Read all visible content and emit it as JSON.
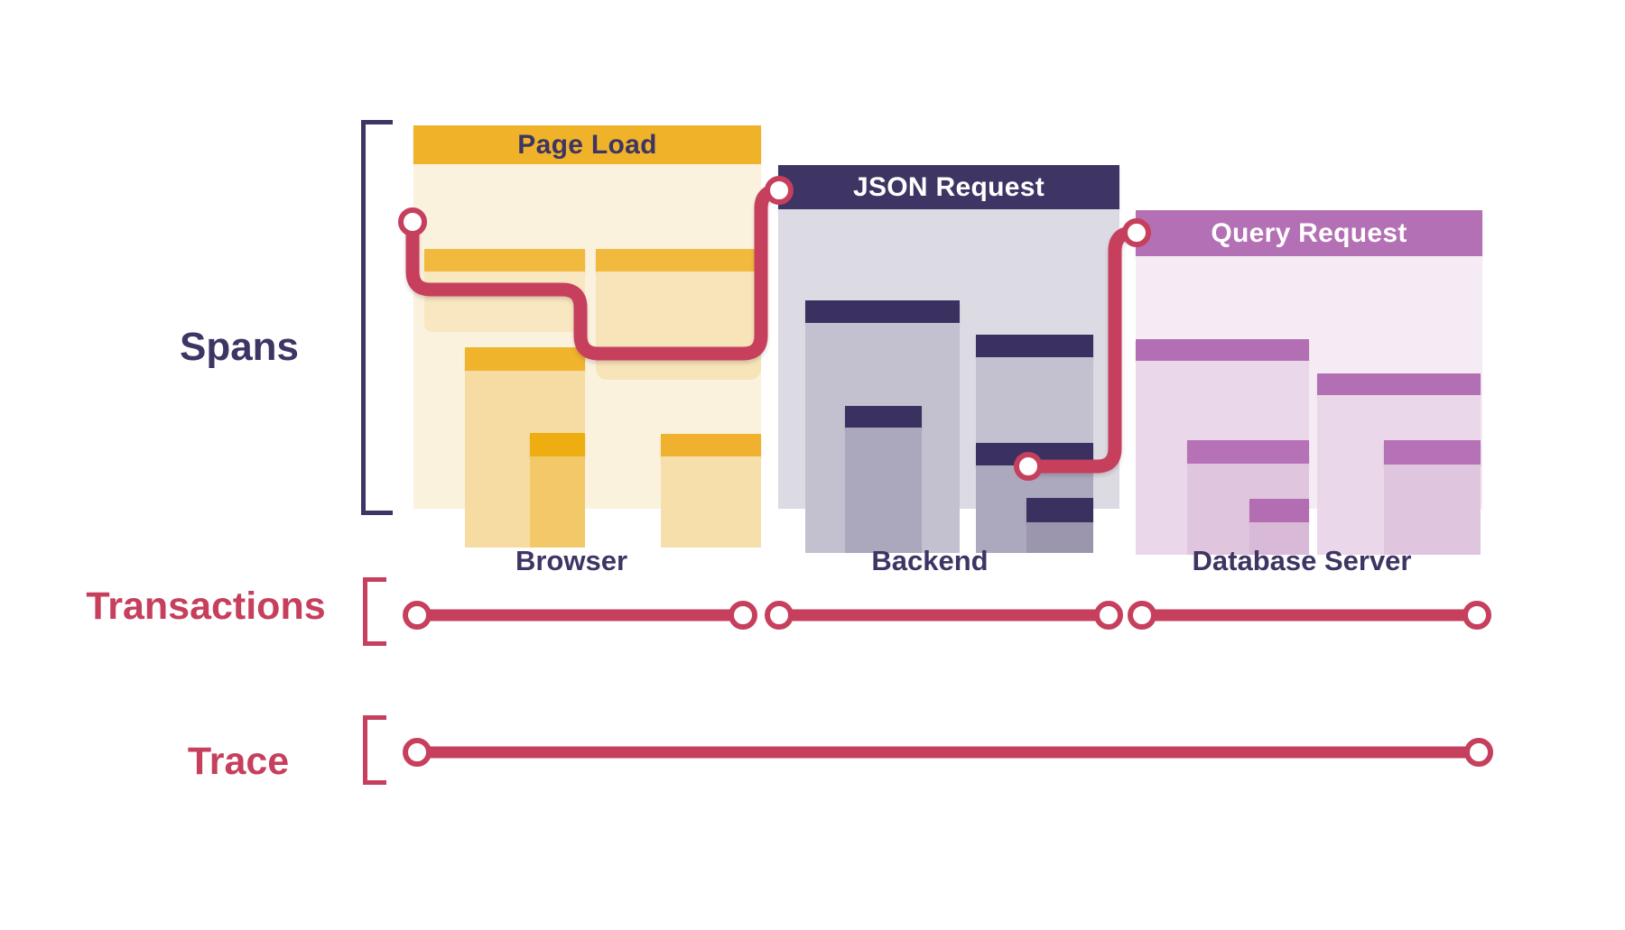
{
  "labels": {
    "spans": "Spans",
    "transactions": "Transactions",
    "trace": "Trace"
  },
  "panels": [
    {
      "title": "Page Load",
      "service": "Browser"
    },
    {
      "title": "JSON Request",
      "service": "Backend"
    },
    {
      "title": "Query Request",
      "service": "Database Server"
    }
  ],
  "colors": {
    "navy": "#3E3564",
    "crimson": "#C63F5D",
    "gold": "#EFB229",
    "orchid": "#B470B4",
    "cream": "#FBF2DE",
    "lavender": "#DCDAE3",
    "pink": "#F5EBF4"
  }
}
